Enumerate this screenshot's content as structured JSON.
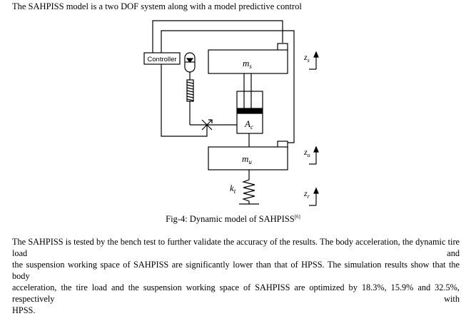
{
  "intro": "The SAHPISS model is a two DOF system along with a model predictive control",
  "figure": {
    "controller_label": "Controller",
    "sprung_mass_label": "m",
    "sprung_mass_sub": "s",
    "actuator_label": "A",
    "actuator_sub": "c",
    "unsprung_mass_label": "m",
    "unsprung_mass_sub": "u",
    "tire_stiffness_label": "k",
    "tire_stiffness_sub": "t",
    "zs_label": "z",
    "zs_sub": "s",
    "zu_label": "z",
    "zu_sub": "u",
    "zr_label": "z",
    "zr_sub": "r"
  },
  "caption": {
    "text": "Fig-4: Dynamic model of SAHPISS",
    "ref": "[6]"
  },
  "paragraph_lines": [
    "The SAHPISS is tested by the bench test to further validate the accuracy of the results. The body acceleration, the dynamic tire load and",
    "the suspension working space of SAHPISS are significantly lower than that of HPSS. The simulation results show that the body",
    "acceleration, the tire load and the suspension working space of SAHPISS are optimized by 18.3%, 15.9% and 32.5%, respectively with",
    "HPSS."
  ]
}
